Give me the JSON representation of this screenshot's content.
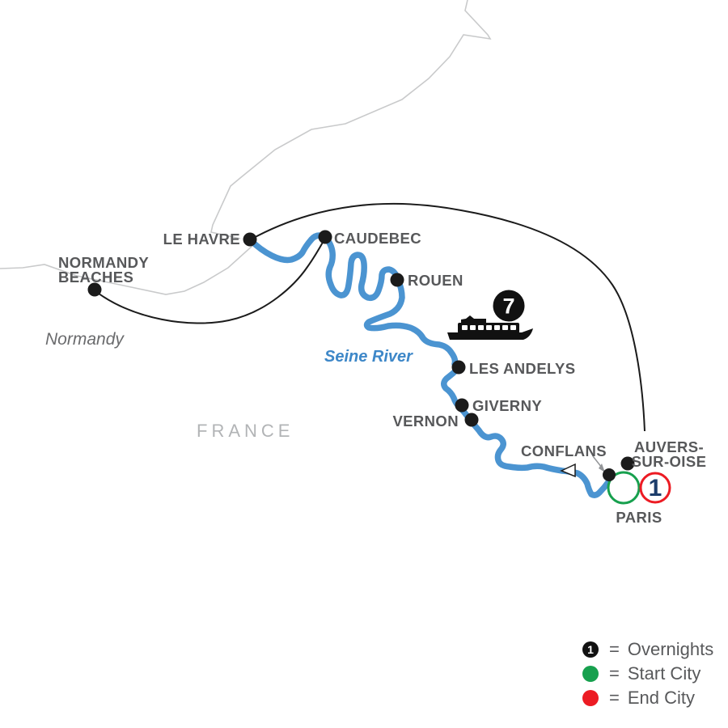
{
  "map": {
    "region_labels": {
      "country": "FRANCE",
      "sub_region": "Normandy",
      "river": "Seine River"
    },
    "cities": [
      {
        "id": "le-havre",
        "label": "LE HAVRE"
      },
      {
        "id": "caudebec",
        "label": "CAUDEBEC"
      },
      {
        "id": "rouen",
        "label": "ROUEN"
      },
      {
        "id": "les-andelys",
        "label": "LES ANDELYS"
      },
      {
        "id": "giverny",
        "label": "GIVERNY"
      },
      {
        "id": "vernon",
        "label": "VERNON"
      },
      {
        "id": "conflans",
        "label": "CONFLANS"
      },
      {
        "id": "paris",
        "label": "PARIS"
      }
    ],
    "normandy_beaches": {
      "line1": "NORMANDY",
      "line2": "BEACHES"
    },
    "auvers_sur_oise": {
      "line1": "AUVERS-",
      "line2": "SUR-OISE"
    },
    "ship_overnights_badge": "7",
    "paris_overnights_badge": "1"
  },
  "legend": {
    "equals": "=",
    "overnight_badge_number": "1",
    "rows": [
      {
        "symbol": "overnight-badge",
        "label": "Overnights"
      },
      {
        "symbol": "start-city-dot",
        "label": "Start City"
      },
      {
        "symbol": "end-city-dot",
        "label": "End City"
      }
    ]
  },
  "colors": {
    "river_blue": "#4b94d1",
    "river_text_blue": "#3d87c8",
    "start_city_green": "#17a04e",
    "end_city_red": "#ec1b23",
    "overnight_navy": "#1c3d6b",
    "city_label_gray": "#57585a",
    "coastline_gray": "#c9cacb",
    "route_line_black": "#1b1b1b"
  }
}
